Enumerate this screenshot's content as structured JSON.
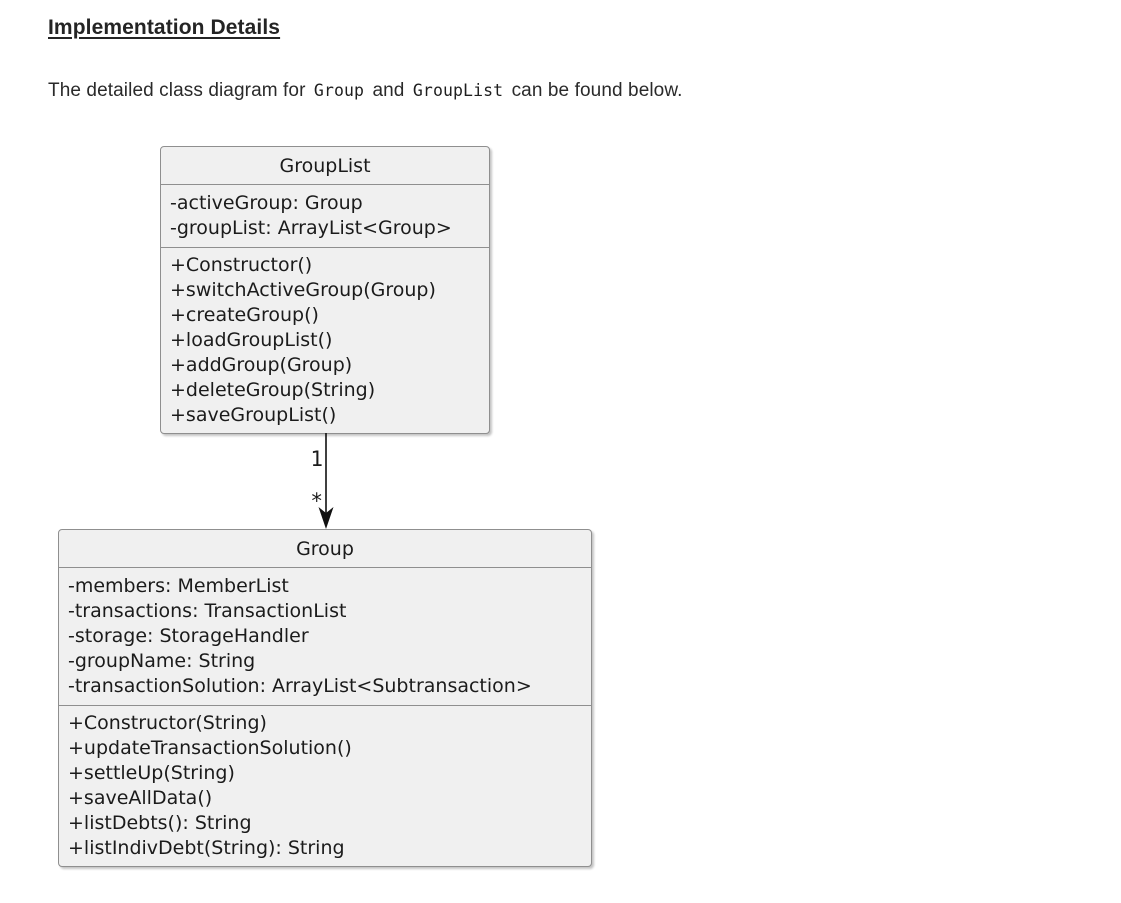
{
  "document": {
    "heading": "Implementation Details",
    "intro": {
      "text_before": "The detailed class diagram for",
      "code_group": "Group",
      "text_and": "and",
      "code_grouplist": "GroupList",
      "text_after": "can be found below."
    }
  },
  "diagram": {
    "type": "uml-class-diagram",
    "classes": [
      {
        "name": "GroupList",
        "attributes": [
          "-activeGroup: Group",
          "-groupList: ArrayList<Group>"
        ],
        "methods": [
          "+Constructor()",
          "+switchActiveGroup(Group)",
          "+createGroup()",
          "+loadGroupList()",
          "+addGroup(Group)",
          "+deleteGroup(String)",
          "+saveGroupList()"
        ]
      },
      {
        "name": "Group",
        "attributes": [
          "-members: MemberList",
          "-transactions: TransactionList",
          "-storage: StorageHandler",
          "-groupName: String",
          "-transactionSolution: ArrayList<Subtransaction>"
        ],
        "methods": [
          "+Constructor(String)",
          "+updateTransactionSolution()",
          "+settleUp(String)",
          "+saveAllData()",
          "+listDebts(): String",
          "+listIndivDebt(String): String"
        ]
      }
    ],
    "association": {
      "from": "GroupList",
      "to": "Group",
      "source_multiplicity": "1",
      "target_multiplicity": "*"
    }
  },
  "colors": {
    "box_fill": "#f0f0f0",
    "box_border": "#8f8f8f",
    "diagram_text": "#1b1b1b",
    "arrow": "#111111",
    "heading_text": "#242424",
    "body_text": "#2a2a2a",
    "page_bg": "#ffffff"
  }
}
